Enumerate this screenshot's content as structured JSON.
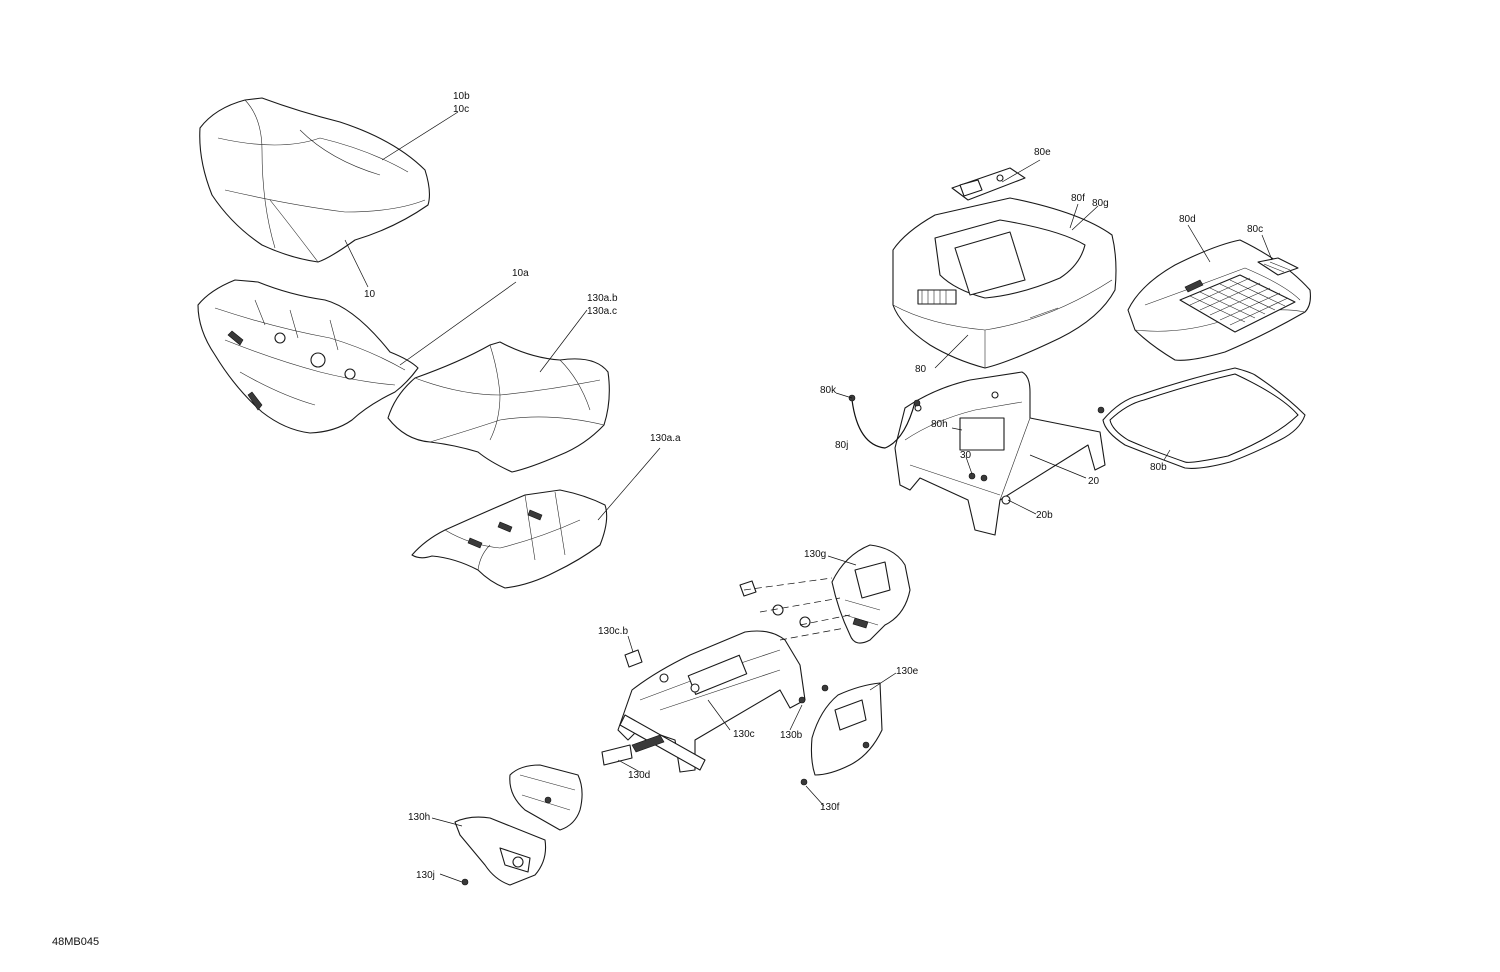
{
  "figure_id": "48MB045",
  "callouts": {
    "c10b": "10b",
    "c10c": "10c",
    "c10": "10",
    "c10a": "10a",
    "c130ab": "130a.b",
    "c130ac": "130a.c",
    "c130aa": "130a.a",
    "c80e": "80e",
    "c80f": "80f",
    "c80g": "80g",
    "c80d": "80d",
    "c80c": "80c",
    "c80": "80",
    "c80k": "80k",
    "c80h": "80h",
    "c80j": "80j",
    "c30": "30",
    "c20": "20",
    "c80b": "80b",
    "c20b": "20b",
    "c130g": "130g",
    "c130cb": "130c.b",
    "c130e": "130e",
    "c130c": "130c",
    "c130b": "130b",
    "c130d": "130d",
    "c130f": "130f",
    "c130h": "130h",
    "c130j": "130j"
  }
}
